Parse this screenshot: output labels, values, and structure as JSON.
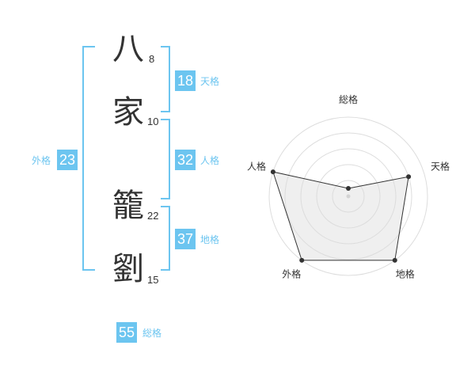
{
  "name": {
    "chars": [
      {
        "char": "八",
        "strokes": "8"
      },
      {
        "char": "家",
        "strokes": "10"
      },
      {
        "char": "籠",
        "strokes": "22"
      },
      {
        "char": "劉",
        "strokes": "15"
      }
    ]
  },
  "fortunes": {
    "tenkaku": {
      "value": "18",
      "label": "天格"
    },
    "jinkaku": {
      "value": "32",
      "label": "人格"
    },
    "chikaku": {
      "value": "37",
      "label": "地格"
    },
    "gaikaku": {
      "value": "23",
      "label": "外格"
    },
    "soukaku": {
      "value": "55",
      "label": "総格"
    }
  },
  "colors": {
    "accent": "#6cc5f0",
    "text": "#333333",
    "radar_fill": "#eeeeee",
    "grid": "#dddddd"
  },
  "chart_data": {
    "type": "radar",
    "categories": [
      "総格",
      "天格",
      "地格",
      "外格",
      "人格"
    ],
    "values": [
      0.1,
      0.8,
      1.0,
      1.0,
      1.0
    ],
    "rings": 5,
    "range": [
      0,
      1
    ]
  }
}
